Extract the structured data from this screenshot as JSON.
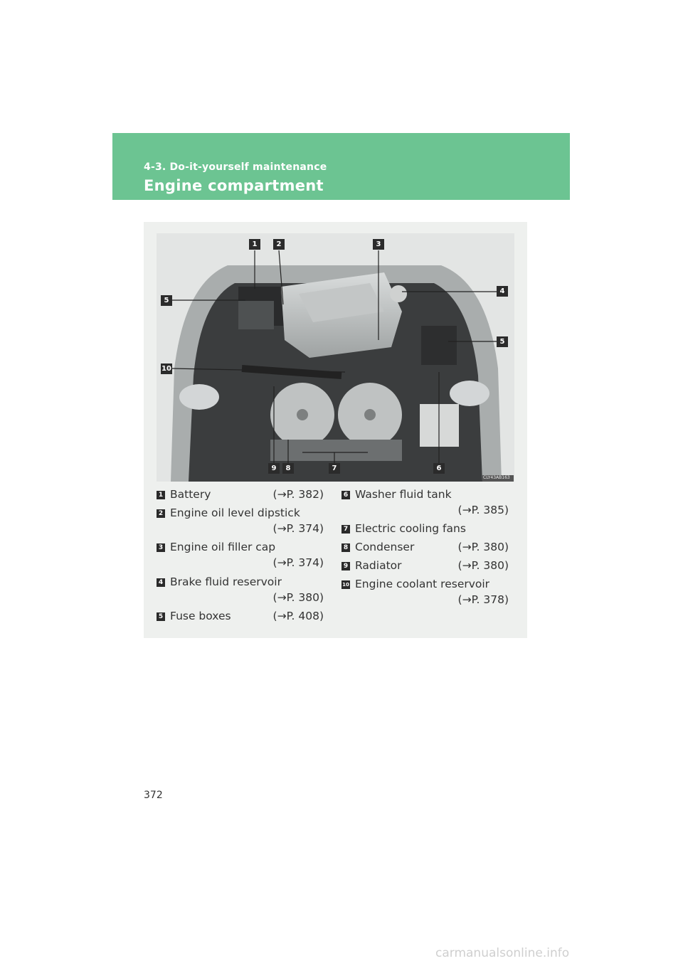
{
  "header": {
    "section": "4-3. Do-it-yourself maintenance",
    "title": "Engine compartment"
  },
  "photo": {
    "code": "CLY43AB163",
    "callouts": [
      "1",
      "2",
      "3",
      "4",
      "5",
      "5",
      "10",
      "9",
      "8",
      "7",
      "6"
    ]
  },
  "legend_left": [
    {
      "num": "1",
      "label": "Battery",
      "ref": "(→P. 382)"
    },
    {
      "num": "2",
      "label": "Engine oil level dipstick",
      "ref": "(→P. 374)"
    },
    {
      "num": "3",
      "label": "Engine oil filler cap",
      "ref": "(→P. 374)"
    },
    {
      "num": "4",
      "label": "Brake fluid reservoir",
      "ref": "(→P. 380)"
    },
    {
      "num": "5",
      "label": "Fuse boxes",
      "ref": "(→P. 408)"
    }
  ],
  "legend_right": [
    {
      "num": "6",
      "label": "Washer fluid tank",
      "ref": "(→P. 385)"
    },
    {
      "num": "7",
      "label": "Electric cooling fans",
      "ref": ""
    },
    {
      "num": "8",
      "label": "Condenser",
      "ref": "(→P. 380)"
    },
    {
      "num": "9",
      "label": "Radiator",
      "ref": "(→P. 380)"
    },
    {
      "num": "10",
      "label": "Engine coolant reservoir",
      "ref": "(→P. 378)"
    }
  ],
  "page_number": "372",
  "watermark": "carmanualsonline.info"
}
